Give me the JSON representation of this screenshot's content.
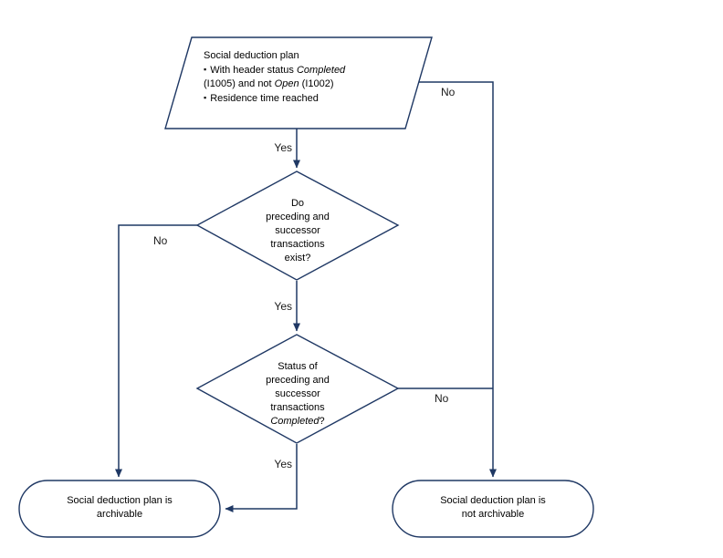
{
  "diagram": {
    "background": "#ffffff",
    "stroke_color": "#1F3864",
    "text_color": "#000000"
  },
  "start_node": {
    "title": "Social deduction plan",
    "bullet_char": "▪",
    "bullet1_prefix": "With header status ",
    "bullet1_italic": "Completed",
    "bullet1_cont_prefix": "(I1005) and not ",
    "bullet1_cont_italic": "Open",
    "bullet1_cont_suffix": " (I1002)",
    "bullet2": "Residence time reached"
  },
  "decision1": {
    "lines": [
      "Do",
      "preceding and",
      "successor",
      "transactions",
      "exist?"
    ]
  },
  "decision2": {
    "lines": [
      "Status of",
      "preceding and",
      "successor",
      "transactions"
    ],
    "last_line_italic": "Completed",
    "last_line_suffix": "?"
  },
  "end_left": {
    "line1": "Social deduction plan is",
    "line2": "archivable"
  },
  "end_right": {
    "line1": "Social deduction plan is",
    "line2": "not archivable"
  },
  "edge_labels": {
    "start_yes": "Yes",
    "start_no": "No",
    "decision1_no": "No",
    "decision1_yes": "Yes",
    "decision2_no": "No",
    "decision2_yes": "Yes"
  }
}
